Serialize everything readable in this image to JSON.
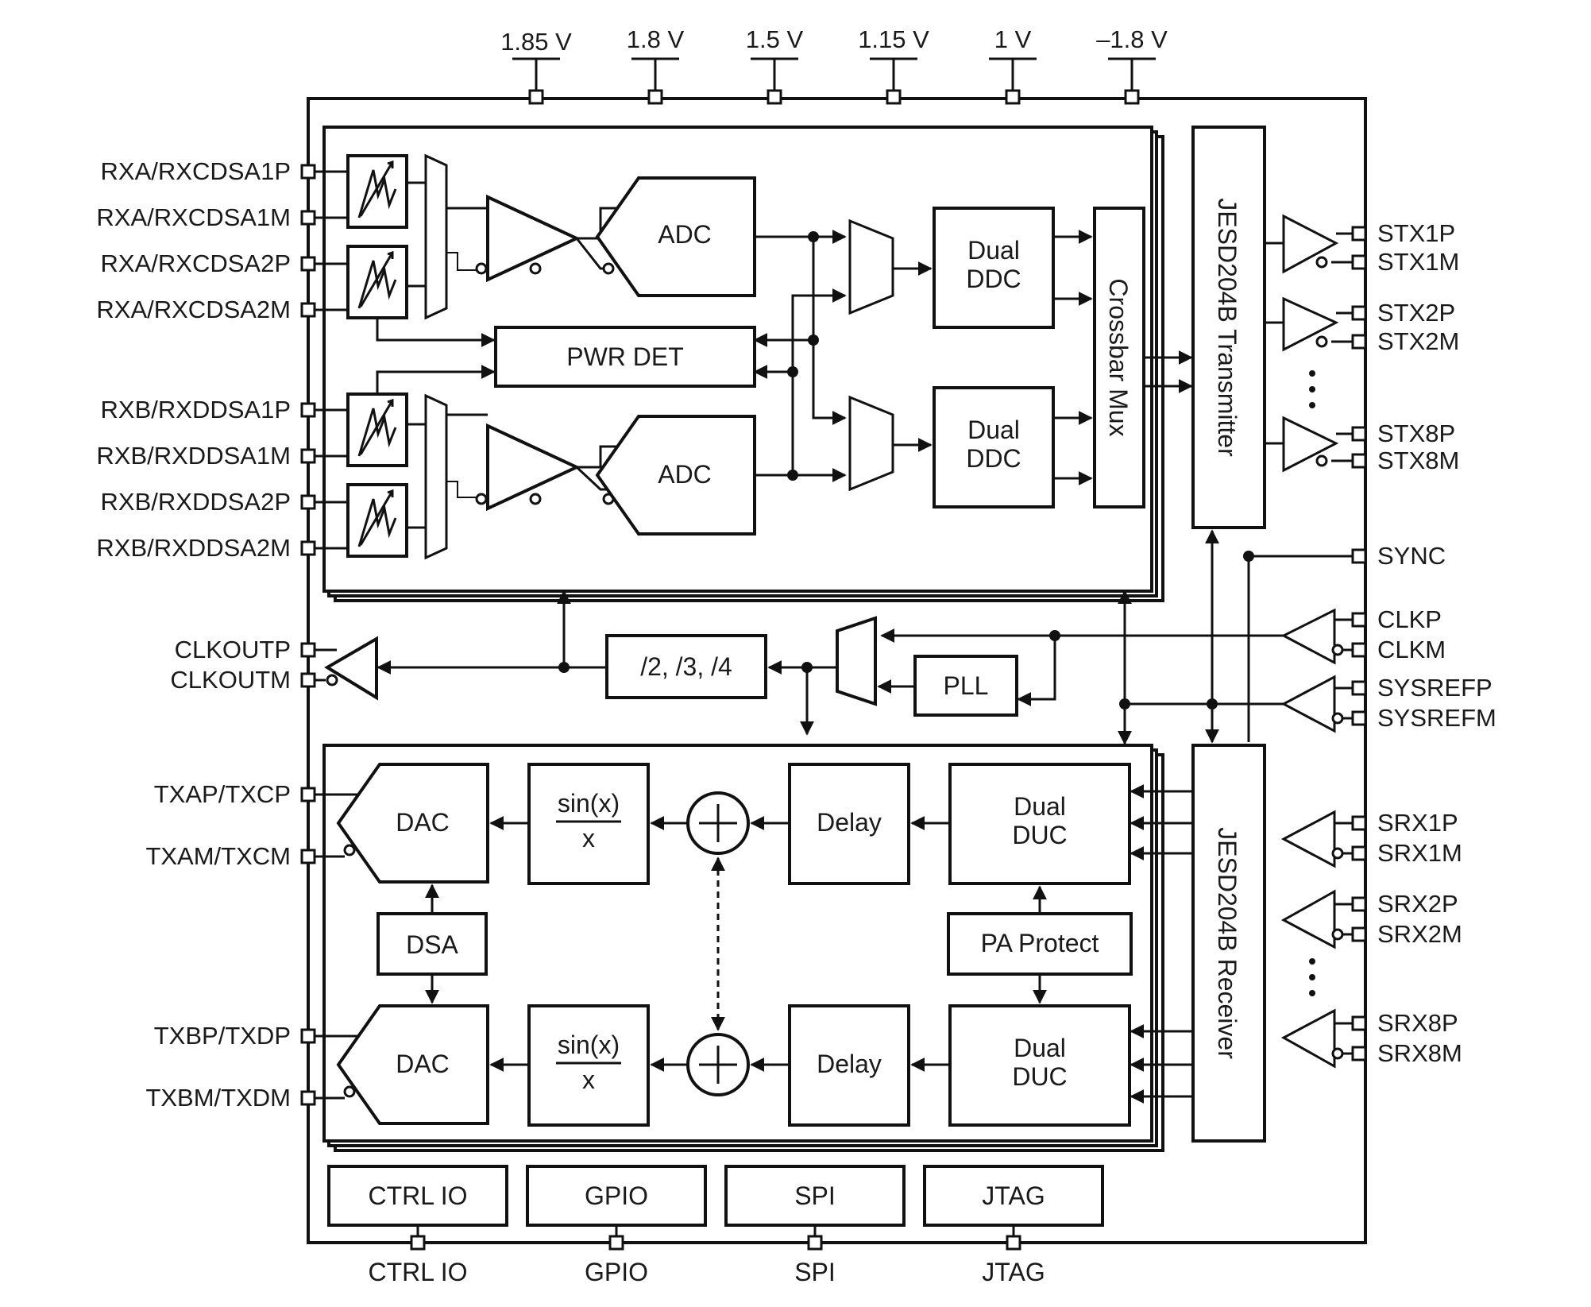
{
  "supplies": [
    "1.85 V",
    "1.8 V",
    "1.5 V",
    "1.15 V",
    "1 V",
    "–1.8 V"
  ],
  "rx_pins": [
    "RXA/RXCDSA1P",
    "RXA/RXCDSA1M",
    "RXA/RXCDSA2P",
    "RXA/RXCDSA2M",
    "RXB/RXDDSA1P",
    "RXB/RXDDSA1M",
    "RXB/RXDDSA2P",
    "RXB/RXDDSA2M"
  ],
  "clkout_pins": [
    "CLKOUTP",
    "CLKOUTM"
  ],
  "tx_pins": [
    "TXAP/TXCP",
    "TXAM/TXCM",
    "TXBP/TXDP",
    "TXBM/TXDM"
  ],
  "stx_pins": [
    "STX1P",
    "STX1M",
    "STX2P",
    "STX2M",
    "STX8P",
    "STX8M"
  ],
  "sync_pin": "SYNC",
  "clk_pins": [
    "CLKP",
    "CLKM",
    "SYSREFP",
    "SYSREFM"
  ],
  "srx_pins": [
    "SRX1P",
    "SRX1M",
    "SRX2P",
    "SRX2M",
    "SRX8P",
    "SRX8M"
  ],
  "rx": {
    "adc_top": "ADC",
    "adc_bottom": "ADC",
    "pwr_det": "PWR DET",
    "ddc_top": [
      "Dual",
      "DDC"
    ],
    "ddc_bottom": [
      "Dual",
      "DDC"
    ],
    "crossbar": "Crossbar Mux",
    "jesd_tx": "JESD204B Transmitter"
  },
  "clock": {
    "divider": "/2, /3, /4",
    "pll": "PLL"
  },
  "tx": {
    "dac_top": "DAC",
    "dac_bottom": "DAC",
    "sinx_num": "sin(x)",
    "sinx_den": "x",
    "delay": "Delay",
    "duc": [
      "Dual",
      "DUC"
    ],
    "dsa": "DSA",
    "pa_protect": "PA Protect",
    "jesd_rx": "JESD204B Receiver"
  },
  "interfaces": [
    "CTRL IO",
    "GPIO",
    "SPI",
    "JTAG"
  ]
}
